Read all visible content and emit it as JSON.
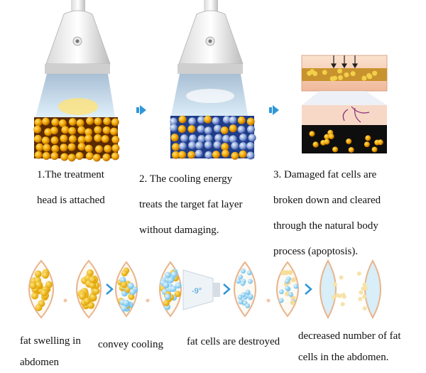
{
  "steps": [
    {
      "lines": [
        "1.The treatment",
        "head is attached"
      ]
    },
    {
      "lines": [
        "2.  The  cooling  energy",
        "treats the target fat layer",
        "without damaging."
      ]
    },
    {
      "lines": [
        "3. Damaged fat cells are",
        "broken down and cleared",
        "through the natural body",
        "process (apoptosis)."
      ]
    }
  ],
  "timeline_labels": [
    {
      "lines": [
        "fat swelling in",
        "abdomen"
      ]
    },
    {
      "lines": [
        "convey cooling"
      ]
    },
    {
      "lines": [
        "fat cells are destroyed"
      ]
    },
    {
      "lines": [
        "decreased  number  of  fat",
        "cells in the abdomen."
      ]
    }
  ],
  "device_readout": "-9°",
  "colors": {
    "fat": "#f2b400",
    "cool": "#8fd0ef",
    "arrow": "#2f97d8",
    "skin": "#f3c9a8"
  },
  "icons": [
    "device-head-icon",
    "fat-cell-cluster-icon",
    "chevron-right-icon"
  ]
}
